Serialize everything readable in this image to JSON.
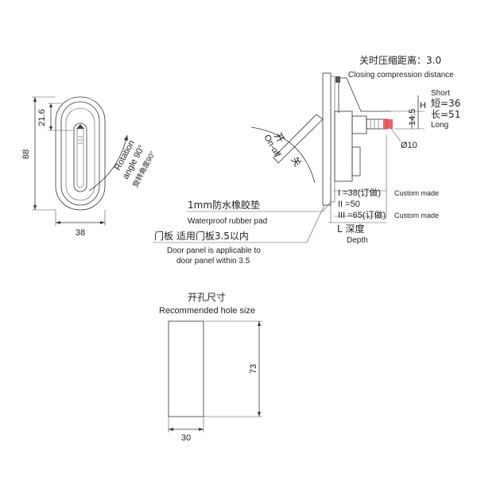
{
  "front_view": {
    "height": "88",
    "width": "38",
    "top_offset": "21.6",
    "rotation_en_1": "Rotation",
    "rotation_en_2": "angle 90°",
    "rotation_zh": "旋转角度90°"
  },
  "side_view": {
    "closing_zh": "关时压缩距离：3.0",
    "closing_en": "Closing compression distance",
    "short_en": "Short",
    "short_zh": "短=36",
    "long_zh": "长=51",
    "long_en": "Long",
    "h_label": "H",
    "h_dim": "14.5",
    "diameter": "Ø10",
    "on_off_zh_1": "开",
    "on_off_zh_2": "关",
    "on_off_en": "On-off",
    "depth_opt_1": "I =38(订做)",
    "depth_opt_1_en": "Custom made",
    "depth_opt_2": "II =50",
    "depth_opt_3": "III =65(订做)",
    "depth_opt_3_en": "Custom made",
    "depth_zh": "L  深度",
    "depth_en": "Depth",
    "gasket_zh": "1mm防水橡胶垫",
    "gasket_en": "Waterproof rubber pad",
    "door_zh": "门板  适用门板3.5以内",
    "door_en_1": "Door panel is applicable to",
    "door_en_2": "door panel within 3.5"
  },
  "hole": {
    "title_zh": "开孔尺寸",
    "title_en": "Recommended hole size",
    "height": "73",
    "width": "30"
  }
}
